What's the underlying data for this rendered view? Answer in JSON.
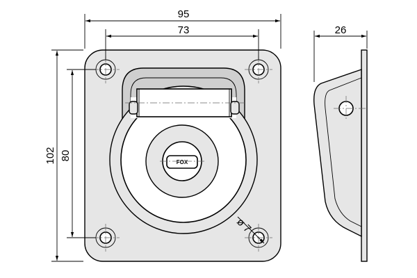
{
  "drawing": {
    "dimensions": {
      "overall_width": "95",
      "hole_spacing_width": "73",
      "side_depth": "26",
      "overall_height": "102",
      "hole_spacing_height": "80",
      "hole_diameter": "ø 7"
    },
    "logo_text": "FOX",
    "colors": {
      "line": "#000000",
      "fill_light": "#e6e6e6",
      "fill_mid": "#cfcfcf",
      "center_line": "#666666"
    }
  }
}
